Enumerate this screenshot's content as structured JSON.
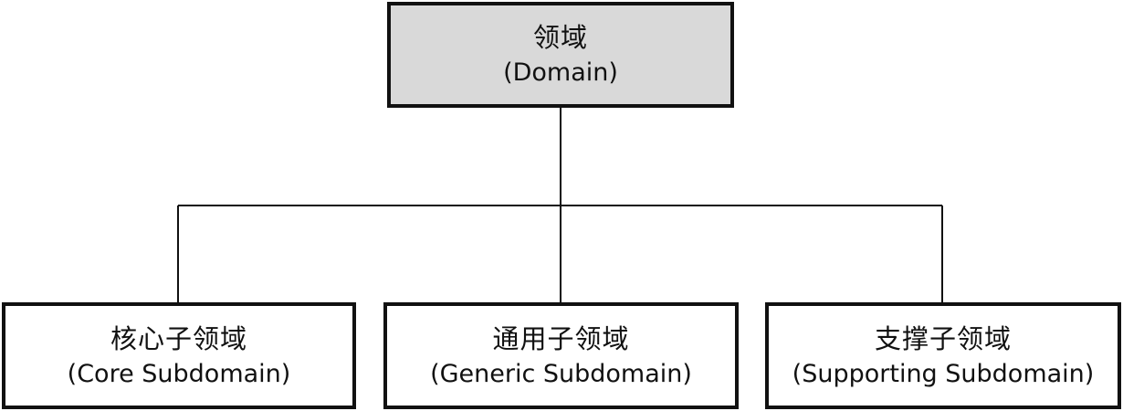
{
  "diagram": {
    "type": "tree",
    "root": {
      "label_zh": "领域",
      "label_en": "(Domain)",
      "fill": "#d9d9d9"
    },
    "children": [
      {
        "label_zh": "核心子领域",
        "label_en": "(Core Subdomain)"
      },
      {
        "label_zh": "通用子领域",
        "label_en": "(Generic Subdomain)"
      },
      {
        "label_zh": "支撑子领域",
        "label_en": "(Supporting Subdomain)"
      }
    ],
    "line_color": "#111111"
  }
}
